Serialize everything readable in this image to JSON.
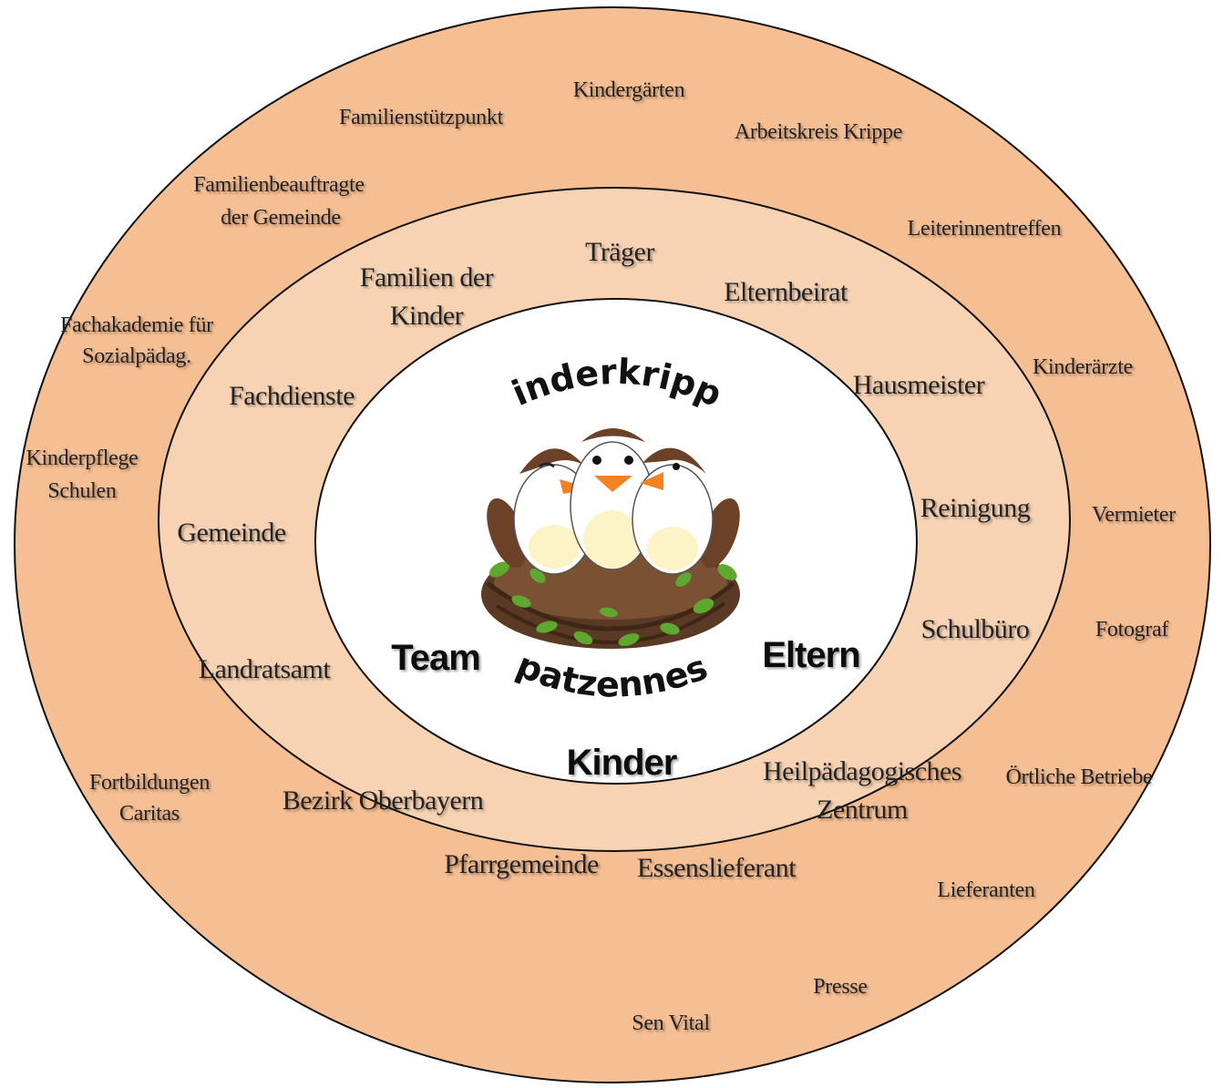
{
  "colors": {
    "outer_ring": "#F6BE93",
    "middle_ring": "#F8D3B3",
    "inner_core": "#FFFFFF",
    "outline": "#111111"
  },
  "logo": {
    "line1": "Kinderkrippe",
    "line2": "Spatzennest",
    "icon": "sparrow-nest-icon"
  },
  "core": {
    "team": "Team",
    "eltern": "Eltern",
    "kinder": "Kinder"
  },
  "middle_ring": {
    "traeger": "Träger",
    "familien_1": "Familien der",
    "familien_2": "Kinder",
    "elternbeirat": "Elternbeirat",
    "fachdienste": "Fachdienste",
    "hausmeister": "Hausmeister",
    "gemeinde": "Gemeinde",
    "reinigung": "Reinigung",
    "landratsamt": "Landratsamt",
    "schulbuero": "Schulbüro",
    "bezirk": "Bezirk Oberbayern",
    "heilpaed_1": "Heilpädagogisches",
    "heilpaed_2": "Zentrum",
    "pfarrgemeinde": "Pfarrgemeinde",
    "essenslieferant": "Essenslieferant"
  },
  "outer_ring": {
    "kindergaerten": "Kindergärten",
    "familienstuetzpunkt": "Familienstützpunkt",
    "arbeitskreis": "Arbeitskreis Krippe",
    "familienbeauftragte_1": "Familienbeauftragte",
    "familienbeauftragte_2": "der Gemeinde",
    "leiterinnentreffen": "Leiterinnentreffen",
    "fachakademie_1": "Fachakademie für",
    "fachakademie_2": "Sozialpädag.",
    "kinderaerzte": "Kinderärzte",
    "kinderpflege_1": "Kinderpflege",
    "kinderpflege_2": "Schulen",
    "vermieter": "Vermieter",
    "fotograf": "Fotograf",
    "fortbildungen_1": "Fortbildungen",
    "fortbildungen_2": "Caritas",
    "oertliche": "Örtliche Betriebe",
    "lieferanten": "Lieferanten",
    "presse": "Presse",
    "sen_vital": "Sen Vital"
  }
}
